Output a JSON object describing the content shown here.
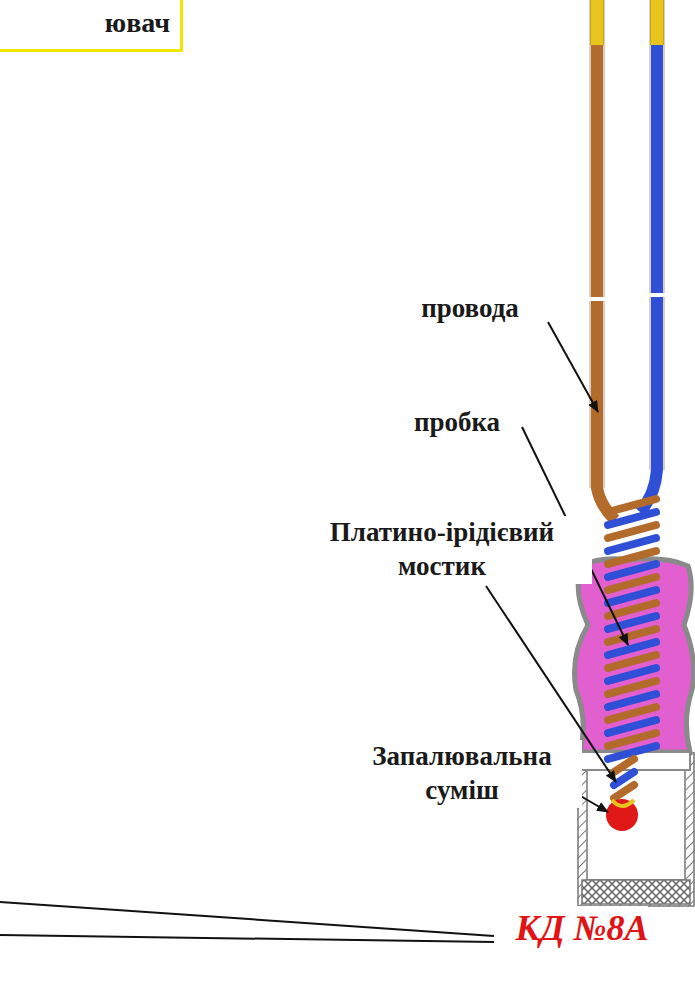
{
  "diagram": {
    "nodes": [
      {
        "text": [
          "ювач"
        ]
      }
    ],
    "labels": [
      "провода",
      "пробка",
      "Платино-ірідієвий мостик",
      "Запалювальна суміш",
      "КД №8А"
    ]
  }
}
